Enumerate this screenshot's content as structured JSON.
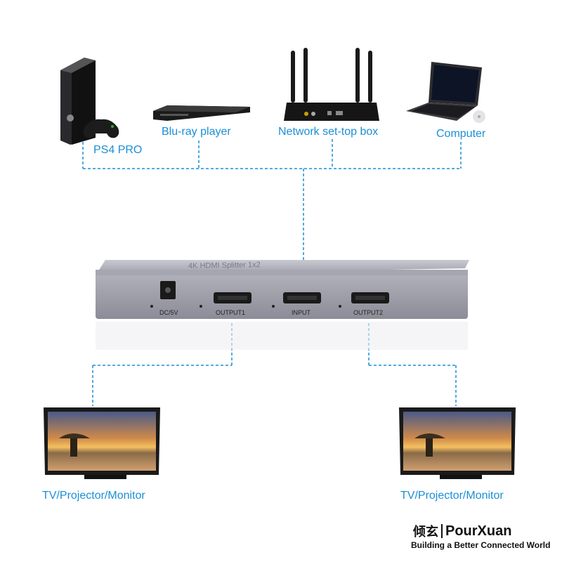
{
  "sources": {
    "ps4": "PS4 PRO",
    "bluray": "Blu-ray player",
    "stb": "Network set-top box",
    "computer": "Computer"
  },
  "splitter": {
    "top_text": "4K HDMI Splitter 1x2",
    "ports": {
      "dc": "DC/5V",
      "out1": "OUTPUT1",
      "input": "INPUT",
      "out2": "OUTPUT2"
    }
  },
  "displays": {
    "left": "TV/Projector/Monitor",
    "right": "TV/Projector/Monitor"
  },
  "brand": {
    "cn": "倾玄",
    "name": "PourXuan",
    "tagline": "Building a Better Connected World"
  },
  "colors": {
    "accent": "#1a8fd6",
    "device_gray": "#9a9aa6"
  }
}
